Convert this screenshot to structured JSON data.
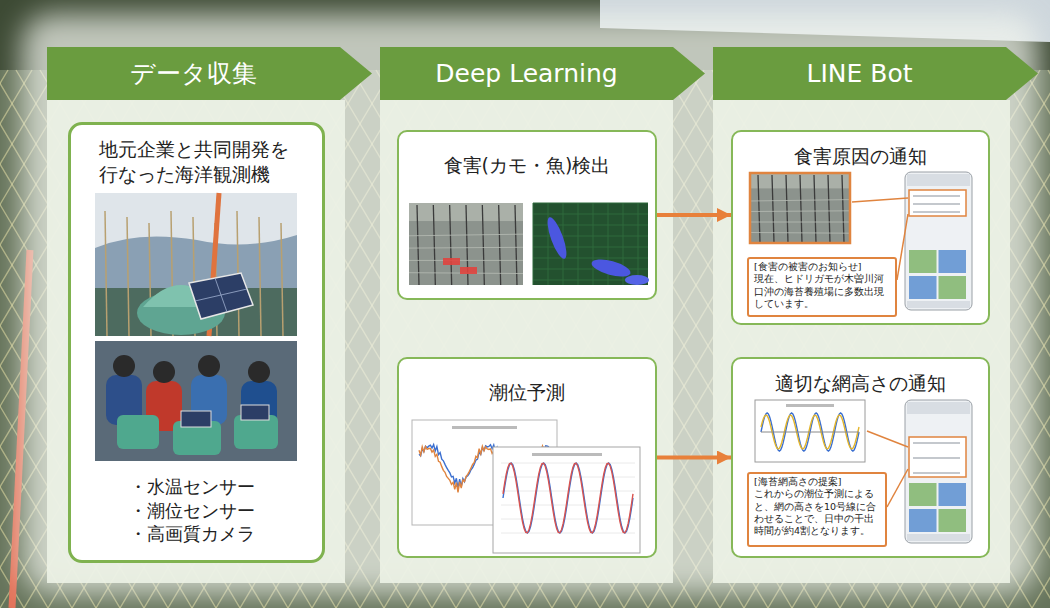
{
  "diagram": {
    "nodes": [
      {
        "text": [
          "データ収集"
        ]
      },
      {
        "text": [
          "地元企業と共同開発を行なった海洋観測機",
          "・水温センサー",
          "・潮位センサー",
          "・高画質カメラ"
        ],
        "in": 0
      },
      {
        "text": [
          "Deep Learning"
        ]
      },
      {
        "text": [
          "食害(カモ・魚)検出"
        ],
        "in": 2
      },
      {
        "text": [
          "潮位予測"
        ],
        "in": 2
      },
      {
        "text": [
          "LINE Bot"
        ]
      },
      {
        "text": [
          "食害原因の通知"
        ],
        "in": 5
      },
      {
        "text": [
          "[食害の被害のお知らせ]",
          "現在、ヒドリガモが木曽川河口沖の海苔養殖場に多数出現しています。"
        ],
        "in": 6
      },
      {
        "text": [
          "適切な網高さの通知"
        ],
        "in": 5
      },
      {
        "text": [
          "[海苔網高さの提案]",
          "これからの潮位予測によると、網の高さを10号線に合わせることで、日中の干出時間が約4割となります。"
        ],
        "in": 8
      }
    ],
    "edges": [
      {
        "from": 3,
        "to": 6,
        "arrow": "to"
      },
      {
        "from": 4,
        "to": 8,
        "arrow": "to"
      }
    ]
  }
}
